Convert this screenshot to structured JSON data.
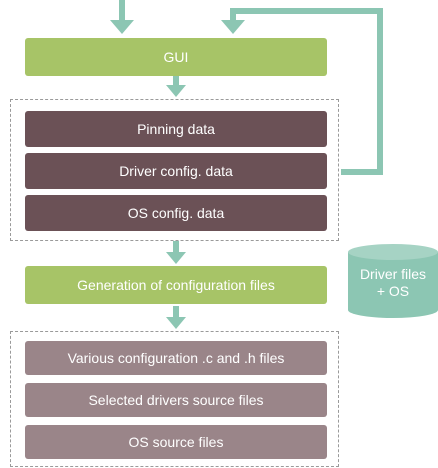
{
  "colors": {
    "green": "#a7c467",
    "dark_mauve": "#6b5156",
    "light_mauve": "#9a8589",
    "teal": "#8cc6b3",
    "dashed_border": "#9a9a9a"
  },
  "gui": {
    "label": "GUI"
  },
  "config_group": {
    "items": [
      {
        "label": "Pinning data"
      },
      {
        "label": "Driver config. data"
      },
      {
        "label": "OS config. data"
      }
    ]
  },
  "generation": {
    "label": "Generation of configuration files"
  },
  "storage": {
    "line1": "Driver files",
    "line2": "+ OS"
  },
  "output_group": {
    "items": [
      {
        "label": "Various configuration .c and .h files"
      },
      {
        "label": "Selected drivers source files"
      },
      {
        "label": "OS source files"
      }
    ]
  }
}
